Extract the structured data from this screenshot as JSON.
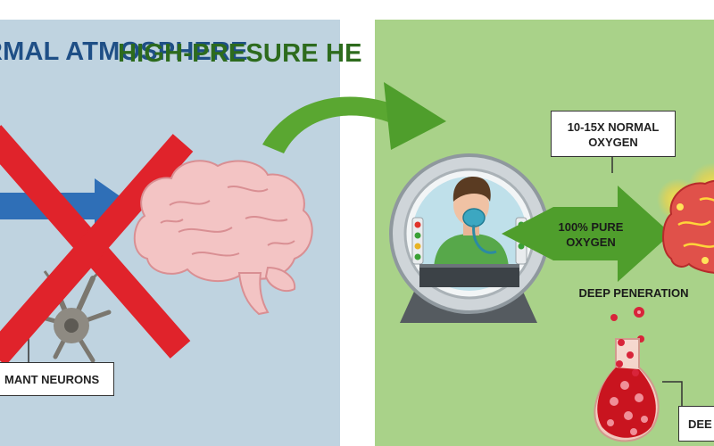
{
  "left_panel": {
    "heading": "RMAL ATMOSPHERE",
    "neuron_label": "MANT NEURONS"
  },
  "right_panel": {
    "heading": "HIGH-PRESURE HE",
    "oxygen_label_line1": "10-15X NORMAL",
    "oxygen_label_line2": "OXYGEN",
    "pure_oxygen_line1": "100% PURE",
    "pure_oxygen_line2": "OXYGEN",
    "penetration_label": "DEEP PENERATION",
    "deep_label": "DEE"
  },
  "colors": {
    "left_bg": "#bfd3e0",
    "right_bg": "#a9d289",
    "cross": "#e0232b",
    "arrow_green": "#4f9e2c",
    "left_heading": "#1f4f86",
    "right_heading": "#2d6b1d"
  },
  "icons": [
    "brain-icon",
    "red-x-icon",
    "neuron-icon",
    "hyperbaric-chamber-icon",
    "patient-with-mask-icon",
    "glowing-brain-icon",
    "blood-vessel-icon"
  ]
}
